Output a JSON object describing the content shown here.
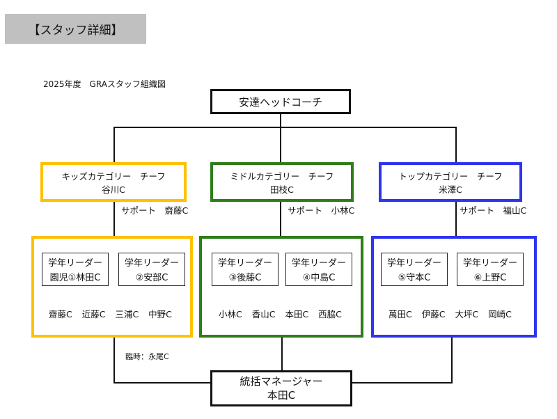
{
  "header": {
    "title": "【スタッフ詳細】"
  },
  "chart_title": "2025年度　GRAスタッフ組織図",
  "head_coach": "安達ヘッドコーチ",
  "colors": {
    "kids": "#ffc000",
    "middle": "#2e7d1a",
    "top": "#2e34ee",
    "line": "#111111",
    "header_bg": "#c0c0c0"
  },
  "categories": [
    {
      "key": "kids",
      "chief_title": "キッズカテゴリー　チーフ",
      "chief_name": "谷川C",
      "support": "サポート　齋藤C",
      "leaders": [
        {
          "title": "学年リーダー",
          "name": "園児①林田C"
        },
        {
          "title": "学年リーダー",
          "name": "②安部C"
        }
      ],
      "members": [
        "齋藤C",
        "近藤C",
        "三浦C",
        "中野C"
      ]
    },
    {
      "key": "middle",
      "chief_title": "ミドルカテゴリー　チーフ",
      "chief_name": "田枝C",
      "support": "サポート　小林C",
      "leaders": [
        {
          "title": "学年リーダー",
          "name": "③後藤C"
        },
        {
          "title": "学年リーダー",
          "name": "④中島C"
        }
      ],
      "members": [
        "小林C",
        "香山C",
        "本田C",
        "西脇C"
      ]
    },
    {
      "key": "top",
      "chief_title": "トップカテゴリー　チーフ",
      "chief_name": "米澤C",
      "support": "サポート　福山C",
      "leaders": [
        {
          "title": "学年リーダー",
          "name": "⑤守本C"
        },
        {
          "title": "学年リーダー",
          "name": "⑥上野C"
        }
      ],
      "members": [
        "萬田C",
        "伊藤C",
        "大坪C",
        "岡崎C"
      ]
    }
  ],
  "temporary": "臨時：永尾C",
  "manager": {
    "title": "統括マネージャー",
    "name": "本田C"
  }
}
